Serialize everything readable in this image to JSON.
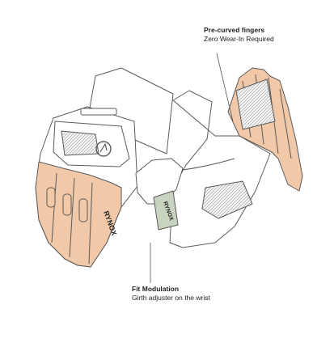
{
  "callouts": {
    "fingers": {
      "title": "Pre-curved fingers",
      "description": "Zero Wear-In Required"
    },
    "fit": {
      "title": "Fit Modulation",
      "description": "Girth adjuster on the wrist"
    }
  },
  "brand": {
    "wordmark": "RYNOX"
  },
  "colors": {
    "skin": "#f1c9a8",
    "outline": "#5a5a5a",
    "panel": "#ffffff",
    "tab": "#c9d4c0",
    "background": "#ffffff",
    "text": "#222222"
  }
}
